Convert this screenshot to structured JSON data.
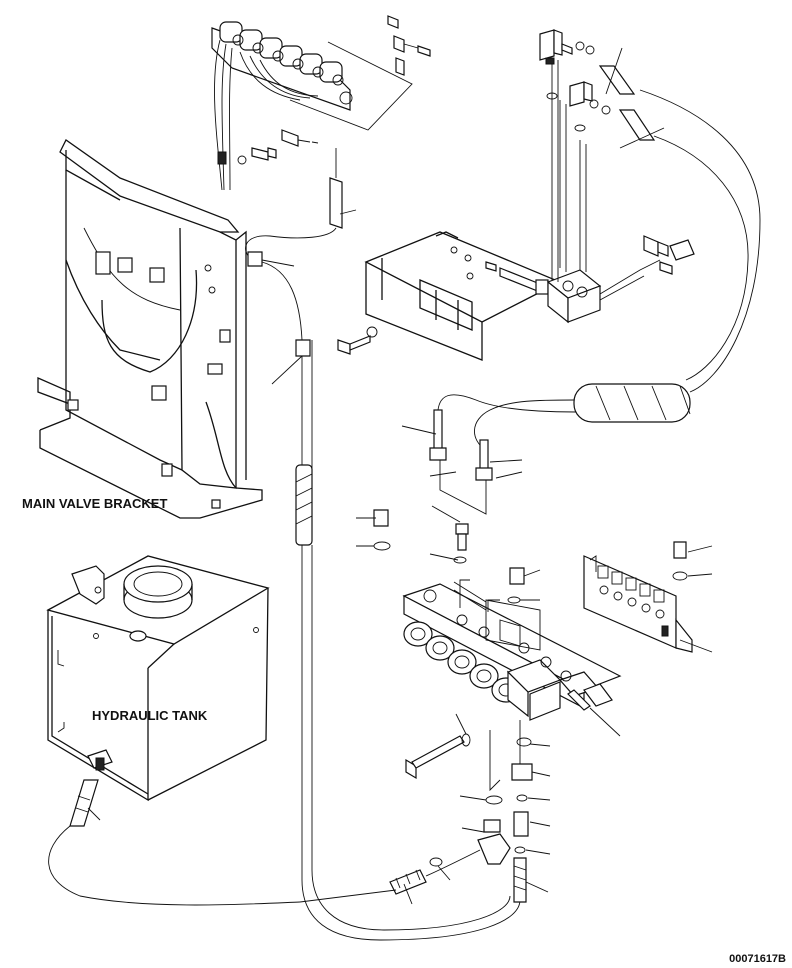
{
  "labels": {
    "main_valve_bracket": "MAIN VALVE BRACKET",
    "hydraulic_tank": "HYDRAULIC TANK",
    "drawing_number": "00071617B"
  },
  "colors": {
    "ink": "#111111",
    "paper": "#ffffff"
  }
}
